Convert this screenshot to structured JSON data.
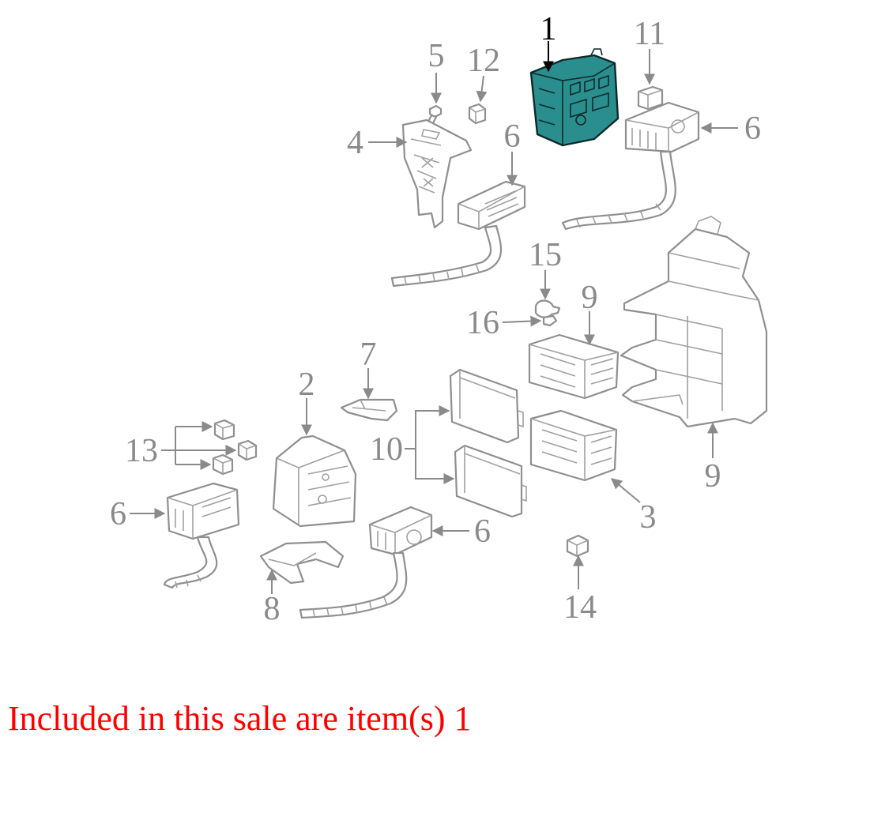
{
  "highlight_color": "#2b8e8e",
  "callout_color": "#8a8a8a",
  "note_color": "#ff0000",
  "callouts": {
    "c1": "1",
    "c2": "2",
    "c3": "3",
    "c4": "4",
    "c5": "5",
    "c6a": "6",
    "c6b": "6",
    "c6c": "6",
    "c6d": "6",
    "c7": "7",
    "c8": "8",
    "c9a": "9",
    "c9b": "9",
    "c10": "10",
    "c11": "11",
    "c12": "12",
    "c13": "13",
    "c14": "14",
    "c15": "15",
    "c16": "16"
  },
  "sale_note": "Included in this sale are item(s) 1"
}
